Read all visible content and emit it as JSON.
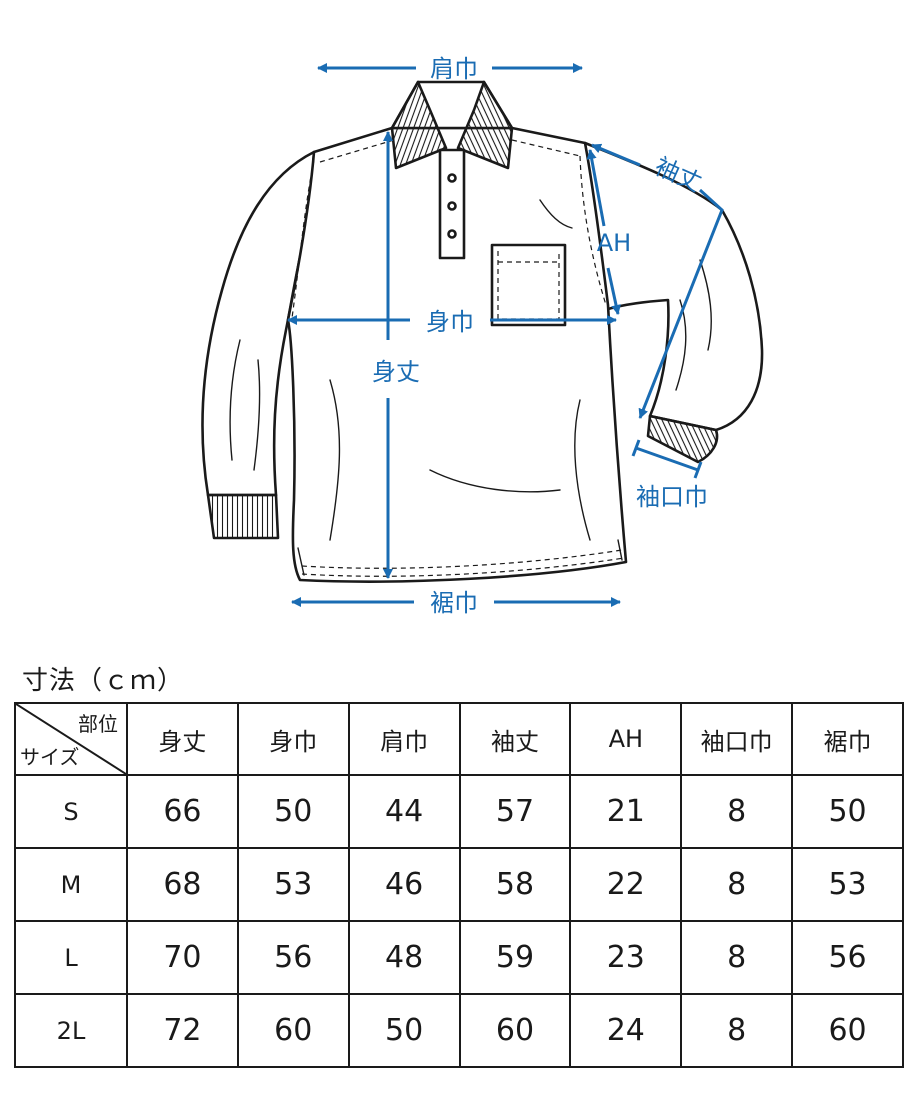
{
  "diagram": {
    "labels": {
      "shoulder_width": "肩巾",
      "sleeve_length": "袖丈",
      "armhole": "AH",
      "chest_width": "身巾",
      "body_length": "身丈",
      "cuff_width": "袖口巾",
      "hem_width": "裾巾"
    },
    "icons": [
      "polo-shirt-illustration",
      "dimension-arrow"
    ],
    "colors": {
      "accent": "#1a6cb3",
      "line": "#1a1a1a"
    }
  },
  "table": {
    "title": "寸法（ｃｍ）",
    "corner_top": "部位",
    "corner_bottom": "サイズ",
    "headers": [
      "身丈",
      "身巾",
      "肩巾",
      "袖丈",
      "AH",
      "袖口巾",
      "裾巾"
    ],
    "rows": [
      {
        "size": "S",
        "values": [
          "66",
          "50",
          "44",
          "57",
          "21",
          "8",
          "50"
        ]
      },
      {
        "size": "M",
        "values": [
          "68",
          "53",
          "46",
          "58",
          "22",
          "8",
          "53"
        ]
      },
      {
        "size": "L",
        "values": [
          "70",
          "56",
          "48",
          "59",
          "23",
          "8",
          "56"
        ]
      },
      {
        "size": "2L",
        "values": [
          "72",
          "60",
          "50",
          "60",
          "24",
          "8",
          "60"
        ]
      }
    ]
  }
}
